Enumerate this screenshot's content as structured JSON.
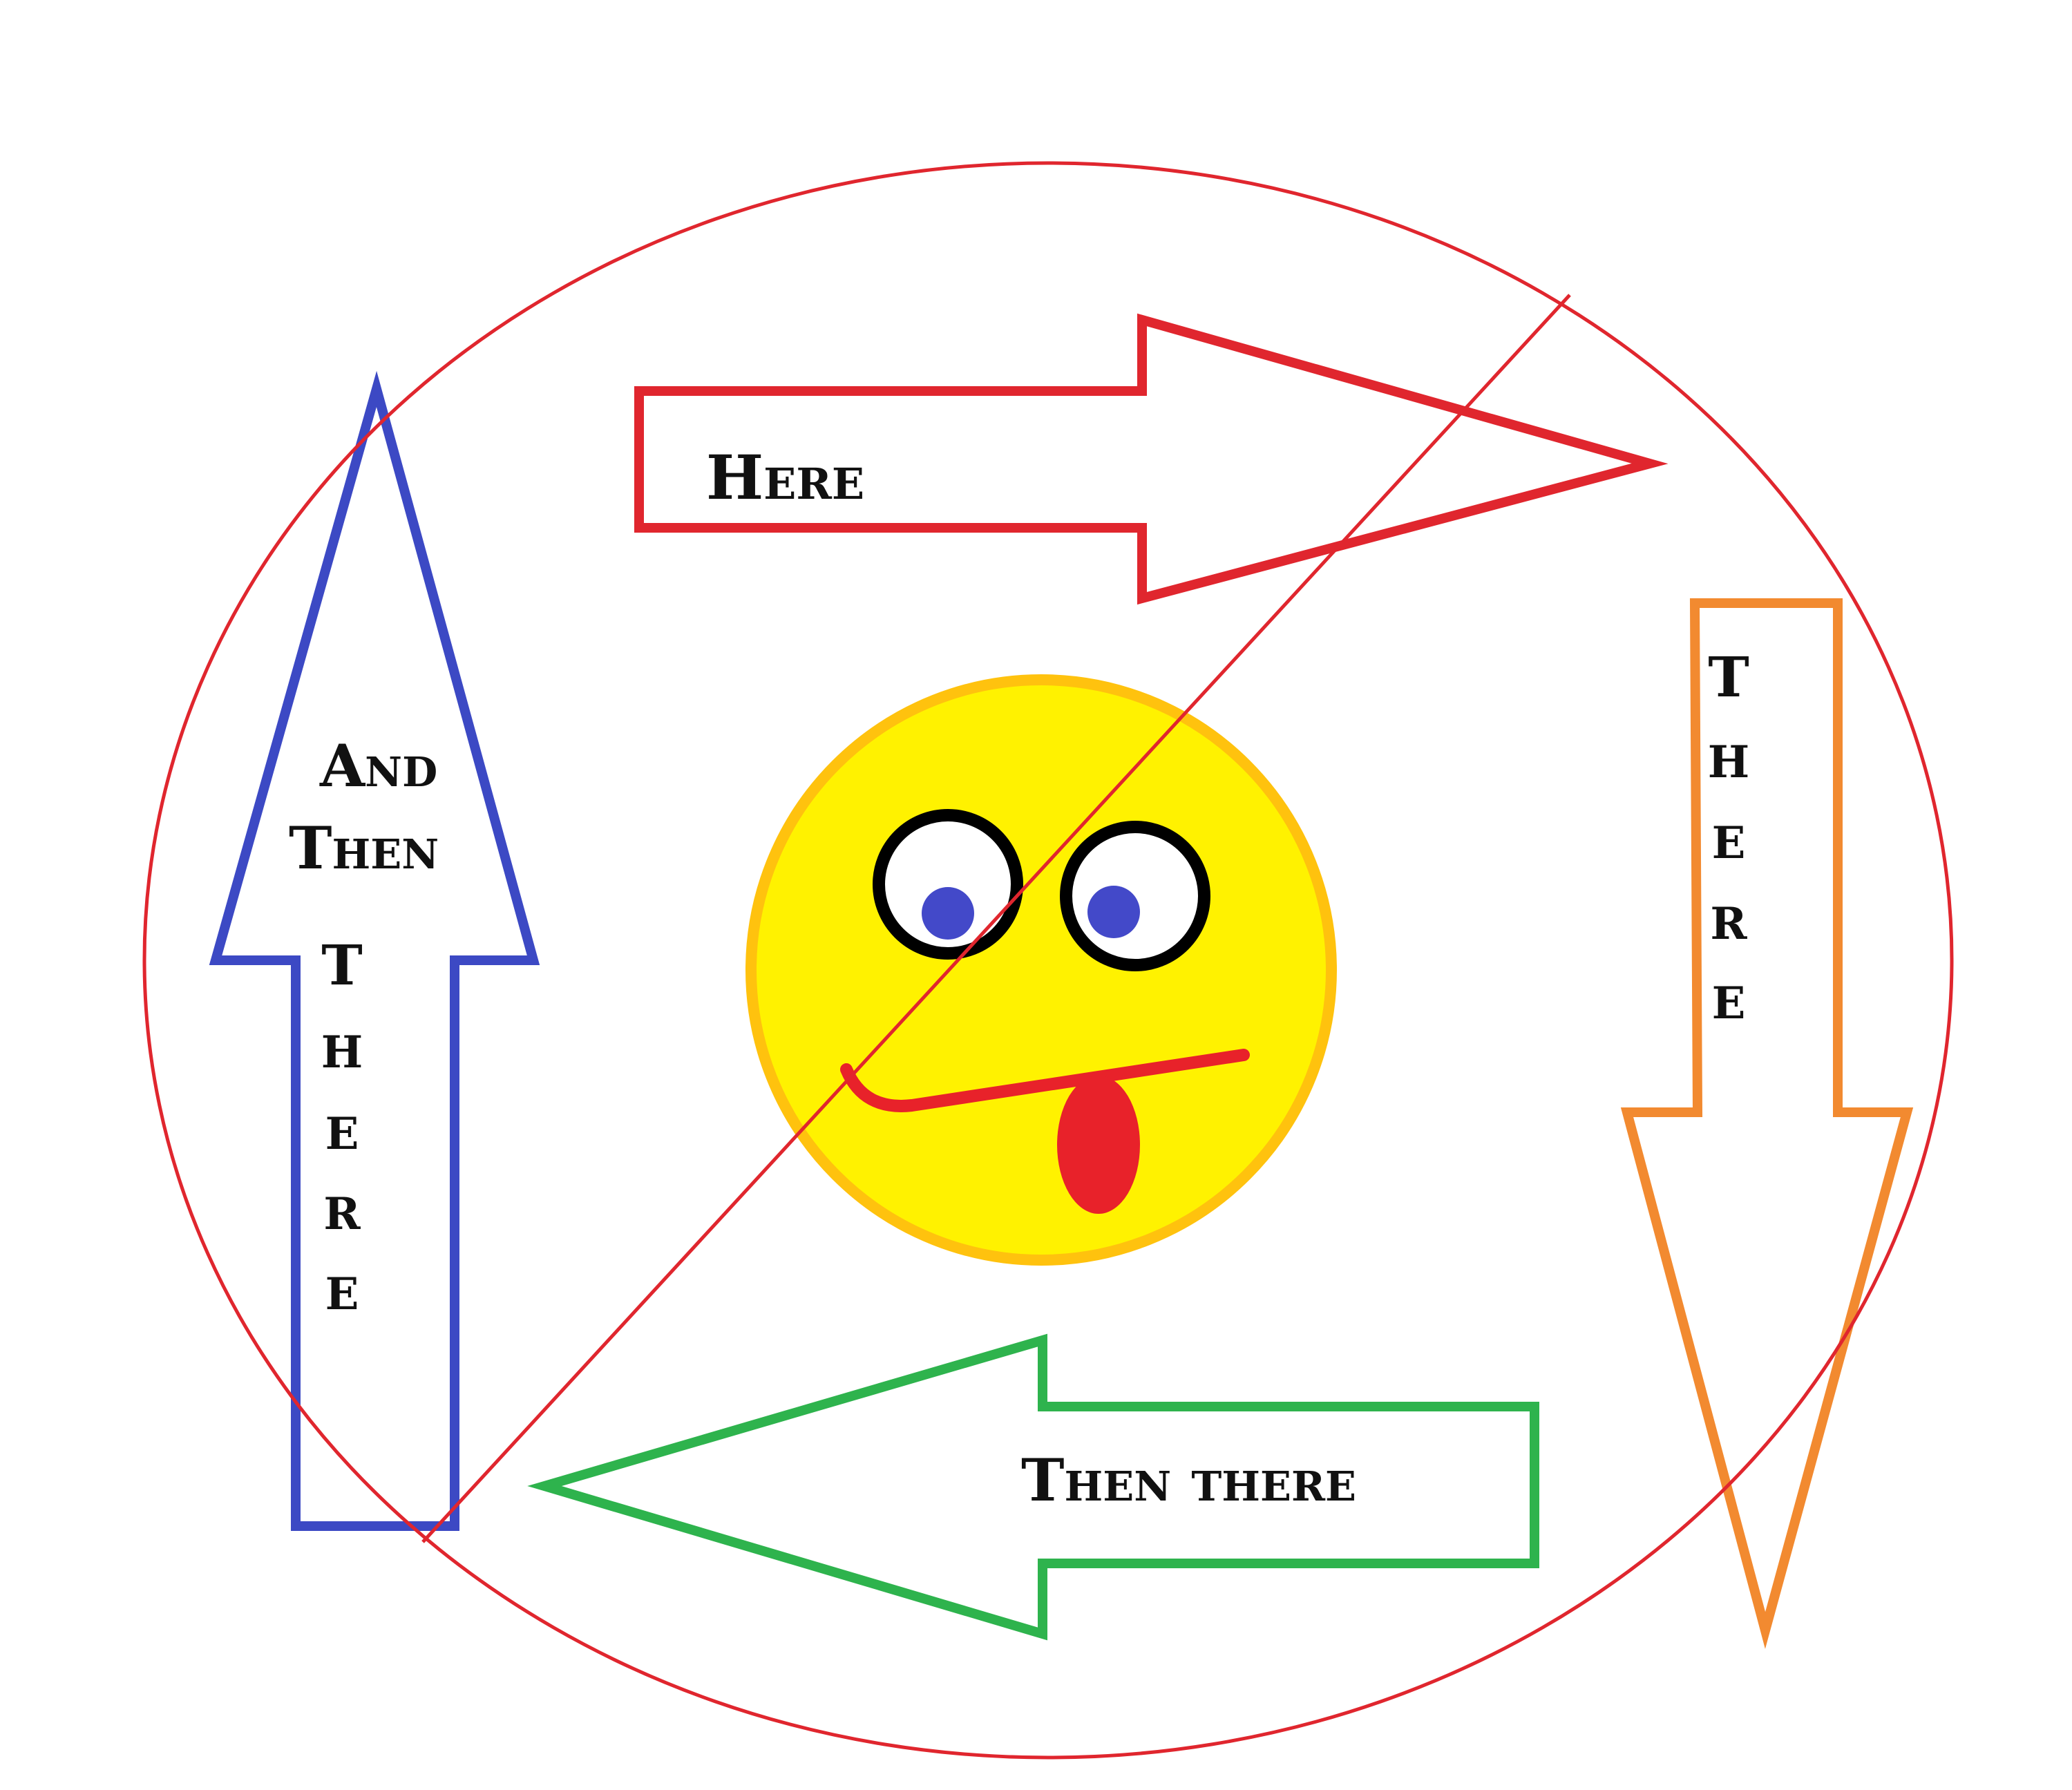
{
  "labels": {
    "top_arrow": "Here",
    "right_arrow": "THERE",
    "bottom_arrow": "Then there",
    "left_arrow_line1": "And",
    "left_arrow_line2": "Then",
    "left_arrow_vertical": "THERE"
  },
  "colors": {
    "top_arrow": "#e0262e",
    "right_arrow": "#f28a30",
    "bottom_arrow": "#2eb34d",
    "left_arrow": "#3c49c4",
    "prohibition_sign": "#e0262e",
    "face_fill": "#fff200",
    "face_outline": "#ffc20e",
    "pupils": "#4349c9",
    "eye_outline": "#000000",
    "mouth": "#e8222a",
    "tongue": "#e8222a"
  },
  "icons": {
    "face": "silly-face-icon",
    "sign": "no-entry-sign-icon"
  }
}
